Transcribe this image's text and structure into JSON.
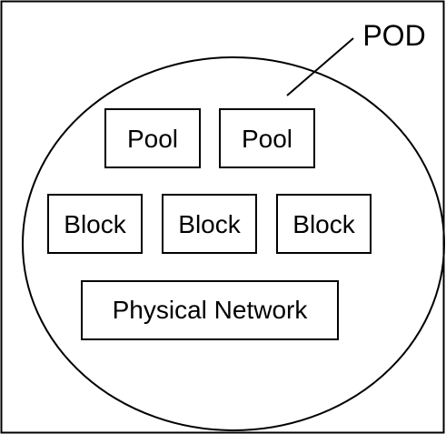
{
  "diagram": {
    "callout_label": "POD",
    "pools": [
      "Pool",
      "Pool"
    ],
    "blocks": [
      "Block",
      "Block",
      "Block"
    ],
    "network": "Physical Network"
  },
  "colors": {
    "stroke": "#000000",
    "fill": "#ffffff",
    "text": "#000000"
  }
}
